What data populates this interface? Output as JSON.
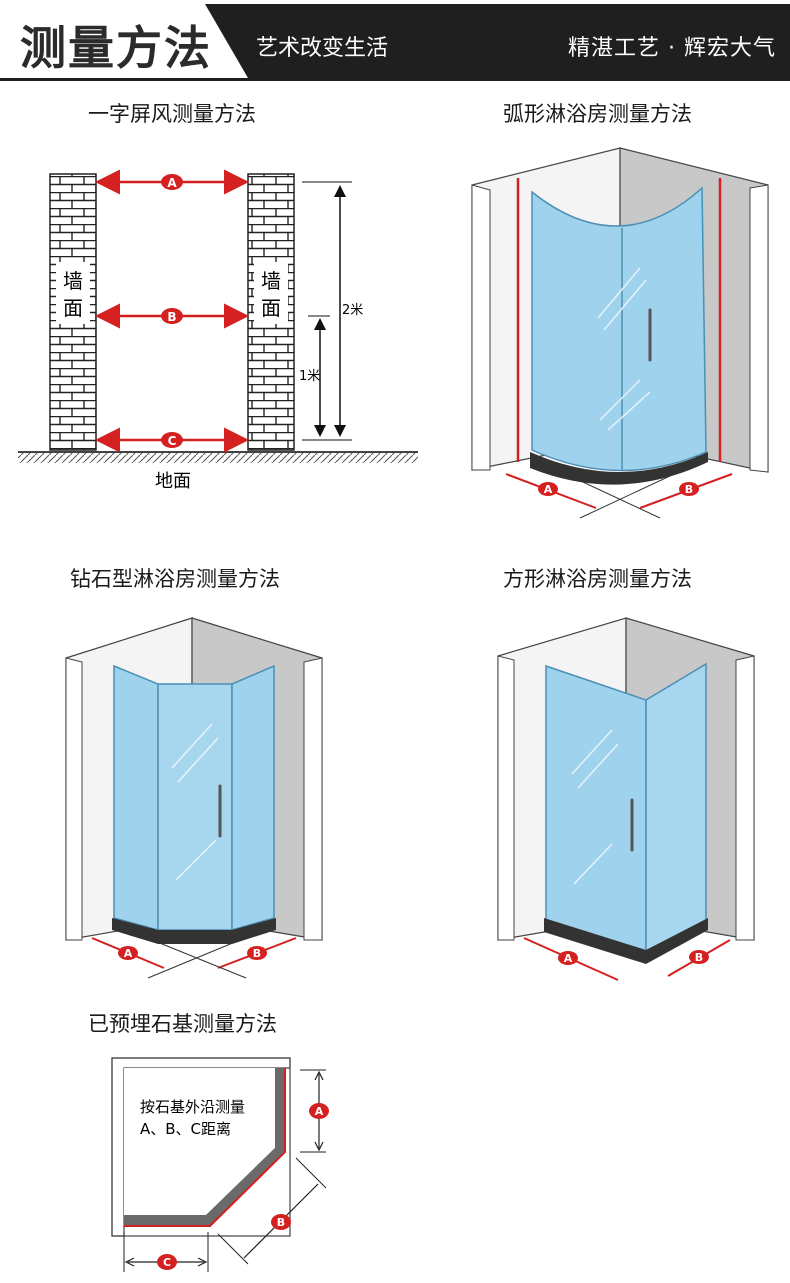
{
  "header": {
    "title": "测量方法",
    "subtitle": "艺术改变生活",
    "slogan": "精湛工艺 · 辉宏大气"
  },
  "sections": {
    "straight_screen": {
      "title": "一字屏风测量方法",
      "wall_left_top": "墙",
      "wall_left_bottom": "面",
      "wall_right_top": "墙",
      "wall_right_bottom": "面",
      "height_2m": "2米",
      "height_1m": "1米",
      "floor": "地面",
      "marker_a": "A",
      "marker_b": "B",
      "marker_c": "C"
    },
    "arc_shower": {
      "title": "弧形淋浴房测量方法",
      "marker_a": "A",
      "marker_b": "B"
    },
    "diamond_shower": {
      "title": "钻石型淋浴房测量方法",
      "marker_a": "A",
      "marker_b": "B"
    },
    "square_shower": {
      "title": "方形淋浴房测量方法",
      "marker_a": "A",
      "marker_b": "B"
    },
    "stone_base": {
      "title": "已预埋石基测量方法",
      "note_line1": "按石基外沿测量",
      "note_line2": "A、B、C距离",
      "marker_a": "A",
      "marker_b": "B",
      "marker_c": "C"
    }
  },
  "colors": {
    "banner_dark": "#1f1f1f",
    "measure_red": "#d42020",
    "glass_blue": "#9fd2ec",
    "frame_gray": "#666666"
  }
}
